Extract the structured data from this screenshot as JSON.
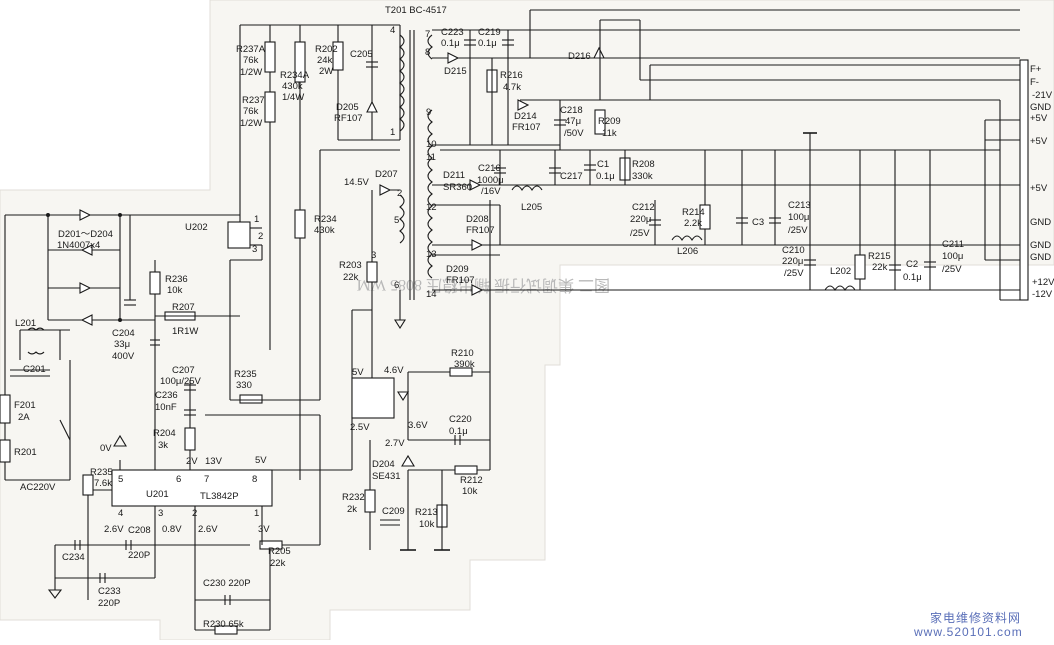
{
  "watermark": {
    "title": "家电维修资料网",
    "url": "www.520101.com"
  },
  "labels": [
    {
      "name": "label-T201",
      "text": "T201  BC-4517"
    },
    {
      "name": "label-R237A",
      "text": "R237A"
    },
    {
      "name": "label-R237A-val",
      "text": "76k"
    },
    {
      "name": "label-R237A-w",
      "text": "1/2W"
    },
    {
      "name": "label-R237",
      "text": "R237"
    },
    {
      "name": "label-R237-val",
      "text": "76k"
    },
    {
      "name": "label-R237-w",
      "text": "1/2W"
    },
    {
      "name": "label-R234A",
      "text": "R234A"
    },
    {
      "name": "label-R234A-val",
      "text": "430k"
    },
    {
      "name": "label-R234A-w",
      "text": "1/4W"
    },
    {
      "name": "label-R202",
      "text": "R202"
    },
    {
      "name": "label-R202-val",
      "text": "24k"
    },
    {
      "name": "label-R202-w",
      "text": "2W"
    },
    {
      "name": "label-C205",
      "text": "C205"
    },
    {
      "name": "label-D205",
      "text": "D205"
    },
    {
      "name": "label-D205-type",
      "text": "RF107"
    },
    {
      "name": "label-pin4",
      "text": "4"
    },
    {
      "name": "label-pin1",
      "text": "1"
    },
    {
      "name": "label-pin7",
      "text": "7"
    },
    {
      "name": "label-pin8",
      "text": "8"
    },
    {
      "name": "label-pin9",
      "text": "9"
    },
    {
      "name": "label-pin10",
      "text": "10"
    },
    {
      "name": "label-pin11",
      "text": "11"
    },
    {
      "name": "label-pin12",
      "text": "12"
    },
    {
      "name": "label-pin13",
      "text": "13"
    },
    {
      "name": "label-pin14",
      "text": "14"
    },
    {
      "name": "label-pin2",
      "text": "2"
    },
    {
      "name": "label-pin3",
      "text": "3"
    },
    {
      "name": "label-pin5",
      "text": "5"
    },
    {
      "name": "label-pin6",
      "text": "6"
    },
    {
      "name": "label-C223",
      "text": "C223"
    },
    {
      "name": "label-C223-val",
      "text": "0.1μ"
    },
    {
      "name": "label-C219",
      "text": "C219"
    },
    {
      "name": "label-C219-val",
      "text": "0.1μ"
    },
    {
      "name": "label-D215",
      "text": "D215"
    },
    {
      "name": "label-D216",
      "text": "D216"
    },
    {
      "name": "label-R216",
      "text": "R216"
    },
    {
      "name": "label-R216-val",
      "text": "4.7k"
    },
    {
      "name": "label-D214",
      "text": "D214"
    },
    {
      "name": "label-D214-type",
      "text": "FR107"
    },
    {
      "name": "label-C218",
      "text": "C218"
    },
    {
      "name": "label-C218-val",
      "text": "47μ"
    },
    {
      "name": "label-C218-v",
      "text": "/50V"
    },
    {
      "name": "label-R209",
      "text": "R209"
    },
    {
      "name": "label-R209-val",
      "text": "11k"
    },
    {
      "name": "label-D211",
      "text": "D211"
    },
    {
      "name": "label-D211-type",
      "text": "SR360"
    },
    {
      "name": "label-C216",
      "text": "C216"
    },
    {
      "name": "label-C216-val",
      "text": "1000μ"
    },
    {
      "name": "label-C216-v",
      "text": "/16V"
    },
    {
      "name": "label-C217",
      "text": "C217"
    },
    {
      "name": "label-C1",
      "text": "C1"
    },
    {
      "name": "label-C1-val",
      "text": "0.1μ"
    },
    {
      "name": "label-R208",
      "text": "R208"
    },
    {
      "name": "label-R208-val",
      "text": "330k"
    },
    {
      "name": "label-L205",
      "text": "L205"
    },
    {
      "name": "label-D208",
      "text": "D208"
    },
    {
      "name": "label-D208-type",
      "text": "FR107"
    },
    {
      "name": "label-C212",
      "text": "C212"
    },
    {
      "name": "label-C212-val",
      "text": "220μ"
    },
    {
      "name": "label-C212-v",
      "text": "/25V"
    },
    {
      "name": "label-R214",
      "text": "R214"
    },
    {
      "name": "label-R214-val",
      "text": "2.2k"
    },
    {
      "name": "label-C3",
      "text": "C3"
    },
    {
      "name": "label-C213",
      "text": "C213"
    },
    {
      "name": "label-C213-val",
      "text": "100μ"
    },
    {
      "name": "label-C213-v",
      "text": "/25V"
    },
    {
      "name": "label-L206",
      "text": "L206"
    },
    {
      "name": "label-C210",
      "text": "C210"
    },
    {
      "name": "label-C210-val",
      "text": "220μ"
    },
    {
      "name": "label-C210-v",
      "text": "/25V"
    },
    {
      "name": "label-R215",
      "text": "R215"
    },
    {
      "name": "label-R215-val",
      "text": "22k"
    },
    {
      "name": "label-C2",
      "text": "C2"
    },
    {
      "name": "label-C2-val",
      "text": "0.1μ"
    },
    {
      "name": "label-C211",
      "text": "C211"
    },
    {
      "name": "label-C211-val",
      "text": "100μ"
    },
    {
      "name": "label-C211-v",
      "text": "/25V"
    },
    {
      "name": "label-L202",
      "text": "L202"
    },
    {
      "name": "label-D209",
      "text": "D209"
    },
    {
      "name": "label-D209-type",
      "text": "FR107"
    },
    {
      "name": "label-D207",
      "text": "D207"
    },
    {
      "name": "label-14v5",
      "text": "14.5V"
    },
    {
      "name": "label-R234",
      "text": "R234"
    },
    {
      "name": "label-R234-val",
      "text": "430k"
    },
    {
      "name": "label-R203",
      "text": "R203"
    },
    {
      "name": "label-R203-val",
      "text": "22k"
    },
    {
      "name": "label-U202",
      "text": "U202"
    },
    {
      "name": "label-u202-pin1",
      "text": "1"
    },
    {
      "name": "label-u202-pin2",
      "text": "2"
    },
    {
      "name": "label-u202-pin3",
      "text": "3"
    },
    {
      "name": "label-D201",
      "text": "D201～D204"
    },
    {
      "name": "label-D201-type",
      "text": "1N4007x4"
    },
    {
      "name": "label-R236",
      "text": "R236"
    },
    {
      "name": "label-R236-val",
      "text": "10k"
    },
    {
      "name": "label-R207",
      "text": "R207"
    },
    {
      "name": "label-R207-val",
      "text": "1R1W"
    },
    {
      "name": "label-C204",
      "text": "C204"
    },
    {
      "name": "label-C204-val",
      "text": "33μ"
    },
    {
      "name": "label-C204-v",
      "text": "400V"
    },
    {
      "name": "label-L201",
      "text": "L201"
    },
    {
      "name": "label-C201",
      "text": "C201"
    },
    {
      "name": "label-F201",
      "text": "F201"
    },
    {
      "name": "label-F201-val",
      "text": "2A"
    },
    {
      "name": "label-R201",
      "text": "R201"
    },
    {
      "name": "label-AC",
      "text": "AC220V"
    },
    {
      "name": "label-C207",
      "text": "C207"
    },
    {
      "name": "label-C207-val",
      "text": "100μ/25V"
    },
    {
      "name": "label-R235",
      "text": "R235"
    },
    {
      "name": "label-R235-val",
      "text": "330"
    },
    {
      "name": "label-C236",
      "text": "C236"
    },
    {
      "name": "label-C236-val",
      "text": "10nF"
    },
    {
      "name": "label-R204",
      "text": "R204"
    },
    {
      "name": "label-R204-val",
      "text": "3k"
    },
    {
      "name": "label-0V",
      "text": "0V"
    },
    {
      "name": "label-2V",
      "text": "2V"
    },
    {
      "name": "label-13V",
      "text": "13V"
    },
    {
      "name": "label-5V-ic",
      "text": "5V"
    },
    {
      "name": "label-R235b",
      "text": "R235"
    },
    {
      "name": "label-R235b-val",
      "text": "7.6k"
    },
    {
      "name": "label-U201",
      "text": "U201"
    },
    {
      "name": "label-TL3842P",
      "text": "TL3842P"
    },
    {
      "name": "label-ic-pin5",
      "text": "5"
    },
    {
      "name": "label-ic-pin6",
      "text": "6"
    },
    {
      "name": "label-ic-pin7",
      "text": "7"
    },
    {
      "name": "label-ic-pin8",
      "text": "8"
    },
    {
      "name": "label-ic-pin4",
      "text": "4"
    },
    {
      "name": "label-ic-pin3",
      "text": "3"
    },
    {
      "name": "label-ic-pin2",
      "text": "2"
    },
    {
      "name": "label-ic-pin1",
      "text": "1"
    },
    {
      "name": "label-2v6a",
      "text": "2.6V"
    },
    {
      "name": "label-C208",
      "text": "C208"
    },
    {
      "name": "label-0v8",
      "text": "0.8V"
    },
    {
      "name": "label-2v6b",
      "text": "2.6V"
    },
    {
      "name": "label-3V",
      "text": "3V"
    },
    {
      "name": "label-C234",
      "text": "C234"
    },
    {
      "name": "label-220P-a",
      "text": "220P"
    },
    {
      "name": "label-C233",
      "text": "C233"
    },
    {
      "name": "label-220P-b",
      "text": "220P"
    },
    {
      "name": "label-C230",
      "text": "C230  220P"
    },
    {
      "name": "label-R205",
      "text": "R205"
    },
    {
      "name": "label-R205-val",
      "text": "22k"
    },
    {
      "name": "label-R230",
      "text": "R230  65k"
    },
    {
      "name": "label-5V-opto",
      "text": "5V"
    },
    {
      "name": "label-4v6",
      "text": "4.6V"
    },
    {
      "name": "label-2v5",
      "text": "2.5V"
    },
    {
      "name": "label-3v6",
      "text": "3.6V"
    },
    {
      "name": "label-R210",
      "text": "R210"
    },
    {
      "name": "label-R210-val",
      "text": "390k"
    },
    {
      "name": "label-C220",
      "text": "C220"
    },
    {
      "name": "label-C220-val",
      "text": "0.1μ"
    },
    {
      "name": "label-2v7",
      "text": "2.7V"
    },
    {
      "name": "label-D204",
      "text": "D204"
    },
    {
      "name": "label-SE431",
      "text": "SE431"
    },
    {
      "name": "label-R212",
      "text": "R212"
    },
    {
      "name": "label-R212-val",
      "text": "10k"
    },
    {
      "name": "label-R232",
      "text": "R232"
    },
    {
      "name": "label-R232-val",
      "text": "2k"
    },
    {
      "name": "label-C209",
      "text": "C209"
    },
    {
      "name": "label-R213",
      "text": "R213"
    },
    {
      "name": "label-R213-val",
      "text": "10k"
    },
    {
      "name": "label-out-Fp",
      "text": "F+"
    },
    {
      "name": "label-out-Fm",
      "text": "F-"
    },
    {
      "name": "label-out-21",
      "text": "-21V"
    },
    {
      "name": "label-out-gnd1",
      "text": "GND"
    },
    {
      "name": "label-out-5v1",
      "text": "+5V"
    },
    {
      "name": "label-out-5v2",
      "text": "+5V"
    },
    {
      "name": "label-out-5v3",
      "text": "+5V"
    },
    {
      "name": "label-out-gnd2",
      "text": "GND"
    },
    {
      "name": "label-out-gnd3",
      "text": "GND"
    },
    {
      "name": "label-out-gnd4",
      "text": "GND"
    },
    {
      "name": "label-out-12p",
      "text": "+12V"
    },
    {
      "name": "label-out-12m",
      "text": "-12V"
    }
  ]
}
